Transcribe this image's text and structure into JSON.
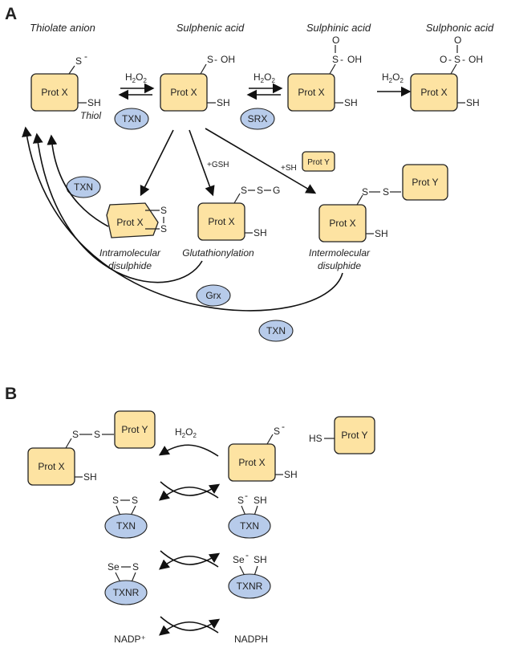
{
  "panelA": {
    "letter": "A",
    "headers": {
      "thiolate": "Thiolate anion",
      "sulphenic": "Sulphenic acid",
      "sulphinic": "Sulphinic acid",
      "sulphonic": "Sulphonic acid"
    },
    "labels": {
      "thiol": "Thiol",
      "intramolecular_l1": "Intramolecular",
      "intramolecular_l2": "disulphide",
      "glutathionylation": "Glutathionylation",
      "intermolecular_l1": "Intermolecular",
      "intermolecular_l2": "disulphide",
      "gsh": "+GSH",
      "sh_plus": "+SH"
    }
  },
  "panelB": {
    "letter": "B"
  },
  "common": {
    "prot_x": "Prot X",
    "prot_y": "Prot Y",
    "txn": "TXN",
    "srx": "SRX",
    "grx": "Grx",
    "txnr": "TXNR",
    "h2o2": "H2O2",
    "nadp": "NADP⁺",
    "nadph": "NADPH",
    "s": "S",
    "sh": "SH",
    "oh": "OH",
    "o": "O",
    "g": "G",
    "hs": "HS",
    "se": "Se",
    "minus": "-"
  },
  "colors": {
    "protein_fill": "#fde3a2",
    "enzyme_fill": "#b7cbea",
    "outline": "#222222"
  }
}
